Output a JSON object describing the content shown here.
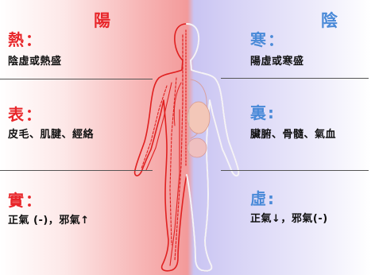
{
  "headers": {
    "yang": "陽",
    "yin": "陰"
  },
  "colors": {
    "yang": "#e8262a",
    "yin": "#4a8ad8"
  },
  "rows": [
    {
      "yang_label": "熱：",
      "yang_desc": "陰虛或熱盛",
      "yin_label": "寒：",
      "yin_desc": "陽虛或寒盛"
    },
    {
      "yang_label": "表：",
      "yang_desc": "皮毛、肌腱、經絡",
      "yin_label": "裏:",
      "yin_desc": "臟腑、骨髓、氣血"
    },
    {
      "yang_label": "實：",
      "yang_desc": "正氣 (-)，邪氣↑",
      "yin_label": "虛:",
      "yin_desc": "正氣↓，邪氣(-)"
    }
  ]
}
